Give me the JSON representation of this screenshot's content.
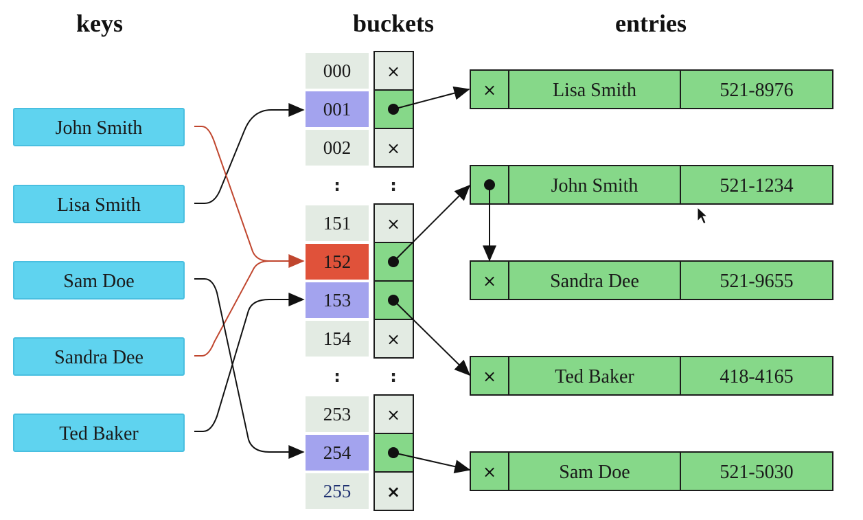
{
  "headings": {
    "keys": "keys",
    "buckets": "buckets",
    "entries": "entries"
  },
  "keys": [
    "John Smith",
    "Lisa Smith",
    "Sam Doe",
    "Sandra Dee",
    "Ted Baker"
  ],
  "buckets": {
    "group1": [
      {
        "num": "000",
        "slot": "×",
        "color": "#e3ebe3",
        "ptr": false
      },
      {
        "num": "001",
        "slot": "",
        "color": "#a3a3ee",
        "ptr": true
      },
      {
        "num": "002",
        "slot": "×",
        "color": "#e3ebe3",
        "ptr": false
      }
    ],
    "group2": [
      {
        "num": "151",
        "slot": "×",
        "color": "#e3ebe3",
        "ptr": false
      },
      {
        "num": "152",
        "slot": "",
        "color": "#e0523a",
        "ptr": true
      },
      {
        "num": "153",
        "slot": "",
        "color": "#a3a3ee",
        "ptr": true
      },
      {
        "num": "154",
        "slot": "×",
        "color": "#e3ebe3",
        "ptr": false
      }
    ],
    "group3": [
      {
        "num": "253",
        "slot": "×",
        "color": "#e3ebe3",
        "ptr": false
      },
      {
        "num": "254",
        "slot": "",
        "color": "#a3a3ee",
        "ptr": true
      },
      {
        "num": "255",
        "slot": "×",
        "color": "#e3ebe3",
        "ptr": false
      }
    ],
    "ellipsis": ":"
  },
  "entries": [
    {
      "next": "×",
      "name": "Lisa Smith",
      "phone": "521-8976"
    },
    {
      "next": "",
      "name": "John Smith",
      "phone": "521-1234"
    },
    {
      "next": "×",
      "name": "Sandra Dee",
      "phone": "521-9655"
    },
    {
      "next": "×",
      "name": "Ted Baker",
      "phone": "418-4165"
    },
    {
      "next": "×",
      "name": "Sam Doe",
      "phone": "521-5030"
    }
  ],
  "colors": {
    "key_fill": "#5fd3ef",
    "entry_fill": "#86d889",
    "bucket_default": "#e3ebe3",
    "bucket_hit": "#a3a3ee",
    "bucket_collision": "#e0523a",
    "collision_line": "#c0462e"
  },
  "icons": {
    "empty_slot": "x-mark-icon",
    "pointer": "pointer-dot-icon",
    "cursor": "mouse-cursor-icon"
  }
}
